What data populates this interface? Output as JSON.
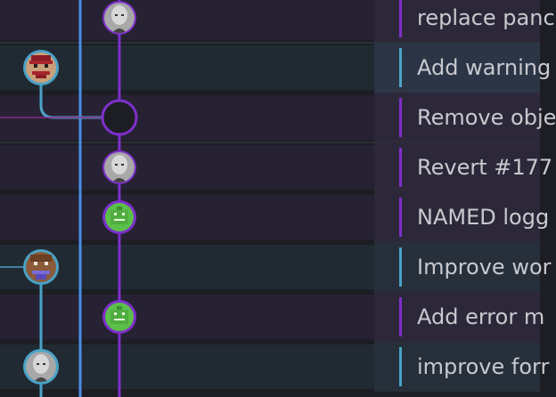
{
  "colors": {
    "lane_purple": "#7e2fcc",
    "lane_blue": "#4a8de6",
    "lane_teal": "#4aa3c7",
    "merge_magenta": "#8a2a8a"
  },
  "commits": [
    {
      "message": "replace panc",
      "lane": "purple",
      "avatar": "bald-man-avatar"
    },
    {
      "message": "Add warning",
      "lane": "teal",
      "avatar": "red-pixel-avatar"
    },
    {
      "message": "Remove obje",
      "lane": "purple",
      "avatar": "merge-node"
    },
    {
      "message": "Revert #177",
      "lane": "purple",
      "avatar": "bald-man-avatar"
    },
    {
      "message": "NAMED logg",
      "lane": "purple",
      "avatar": "green-pixel-avatar"
    },
    {
      "message": "Improve wor",
      "lane": "teal",
      "avatar": "brown-pixel-avatar"
    },
    {
      "message": "Add error m",
      "lane": "purple",
      "avatar": "green-pixel-avatar"
    },
    {
      "message": "improve forr",
      "lane": "teal",
      "avatar": "bald-man-avatar"
    }
  ]
}
